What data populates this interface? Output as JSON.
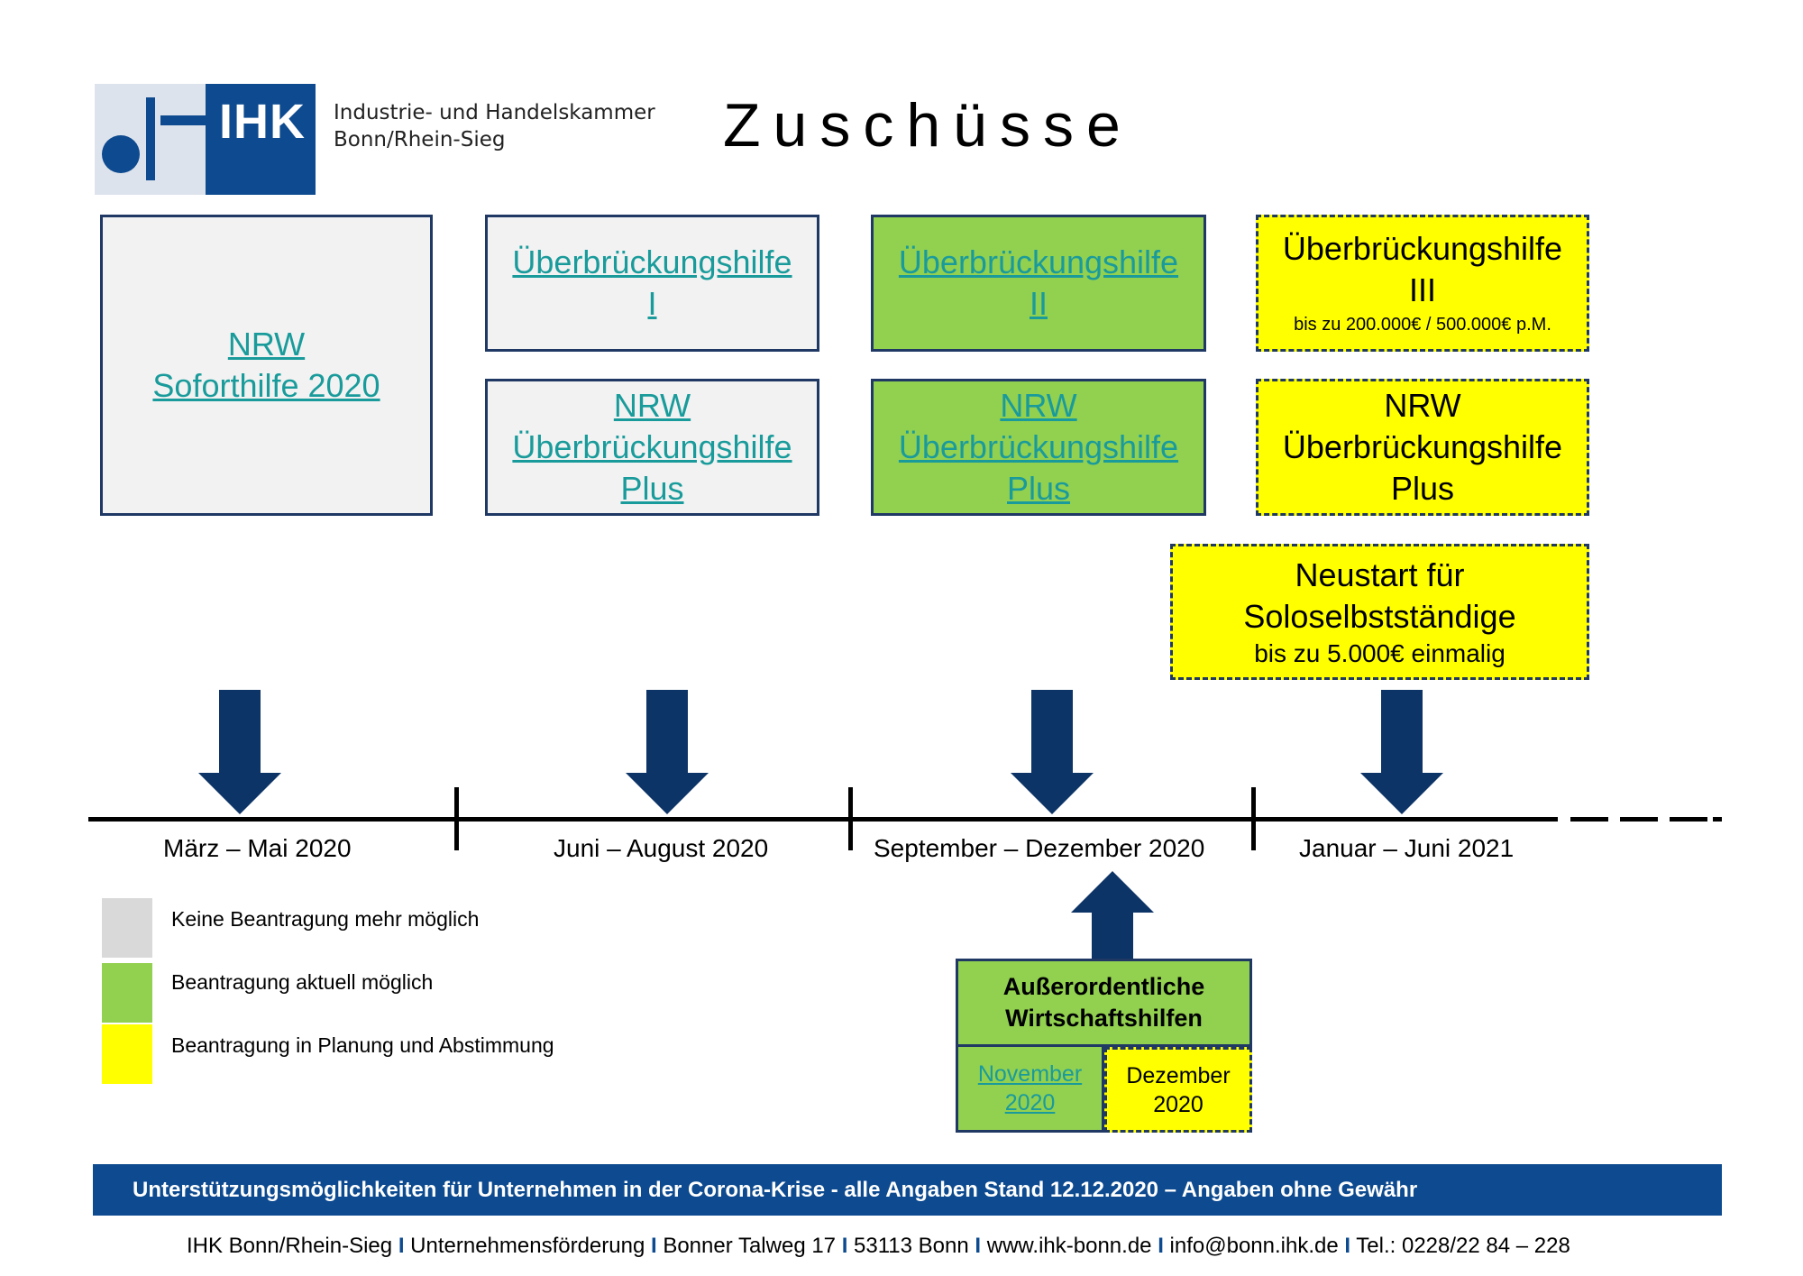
{
  "header": {
    "logo_text": "IHK",
    "org_line1": "Industrie- und Handelskammer",
    "org_line2": "Bonn/Rhein-Sieg",
    "title": "Zuschüsse"
  },
  "boxes": {
    "soforthilfe": {
      "line1": "NRW",
      "line2": "Soforthilfe 2020"
    },
    "ueberbrueckung_1": {
      "line1": "Überbrückungshilfe",
      "line2": "I"
    },
    "nrw_plus_1": {
      "line1": "NRW",
      "line2": "Überbrückungshilfe",
      "line3": "Plus"
    },
    "ueberbrueckung_2": {
      "line1": "Überbrückungshilfe",
      "line2": "II"
    },
    "nrw_plus_2": {
      "line1": "NRW",
      "line2": "Überbrückungshilfe",
      "line3": "Plus"
    },
    "ueberbrueckung_3": {
      "line1": "Überbrückungshilfe",
      "line2": "III",
      "note": "bis zu 200.000€ / 500.000€ p.M."
    },
    "nrw_plus_3": {
      "line1": "NRW",
      "line2": "Überbrückungshilfe",
      "line3": "Plus"
    },
    "neustart": {
      "line1": "Neustart für",
      "line2": "Soloselbstständige",
      "note": "bis zu 5.000€ einmalig"
    },
    "ausserordentlich": {
      "title_line1": "Außerordentliche",
      "title_line2": "Wirtschaftshilfen",
      "nov_line1": "November",
      "nov_line2": "2020",
      "dez_line1": "Dezember",
      "dez_line2": "2020"
    }
  },
  "timeline": {
    "periods": [
      "März – Mai 2020",
      "Juni – August 2020",
      "September – Dezember 2020",
      "Januar – Juni 2021"
    ]
  },
  "legend": [
    {
      "label": "Keine Beantragung mehr möglich",
      "color": "#d9d9d9"
    },
    {
      "label": "Beantragung aktuell möglich",
      "color": "#92d050"
    },
    {
      "label": "Beantragung in Planung und Abstimmung",
      "color": "#ffff00"
    }
  ],
  "footer": {
    "banner": "Unterstützungsmöglichkeiten für Unternehmen in der Corona-Krise - alle Angaben Stand 12.12.2020 – Angaben ohne Gewähr",
    "contact": [
      "IHK Bonn/Rhein-Sieg",
      "Unternehmensförderung",
      "Bonner Talweg 17",
      "53113 Bonn",
      "www.ihk-bonn.de",
      "info@bonn.ihk.de",
      "Tel.: 0228/22 84 – 228"
    ],
    "separator": "I"
  },
  "colors": {
    "navy": "#0d3466",
    "ihk_blue": "#0d4a8f",
    "link": "#1a9b9b",
    "green": "#92d050",
    "yellow": "#ffff00",
    "grey": "#f2f2f2"
  }
}
